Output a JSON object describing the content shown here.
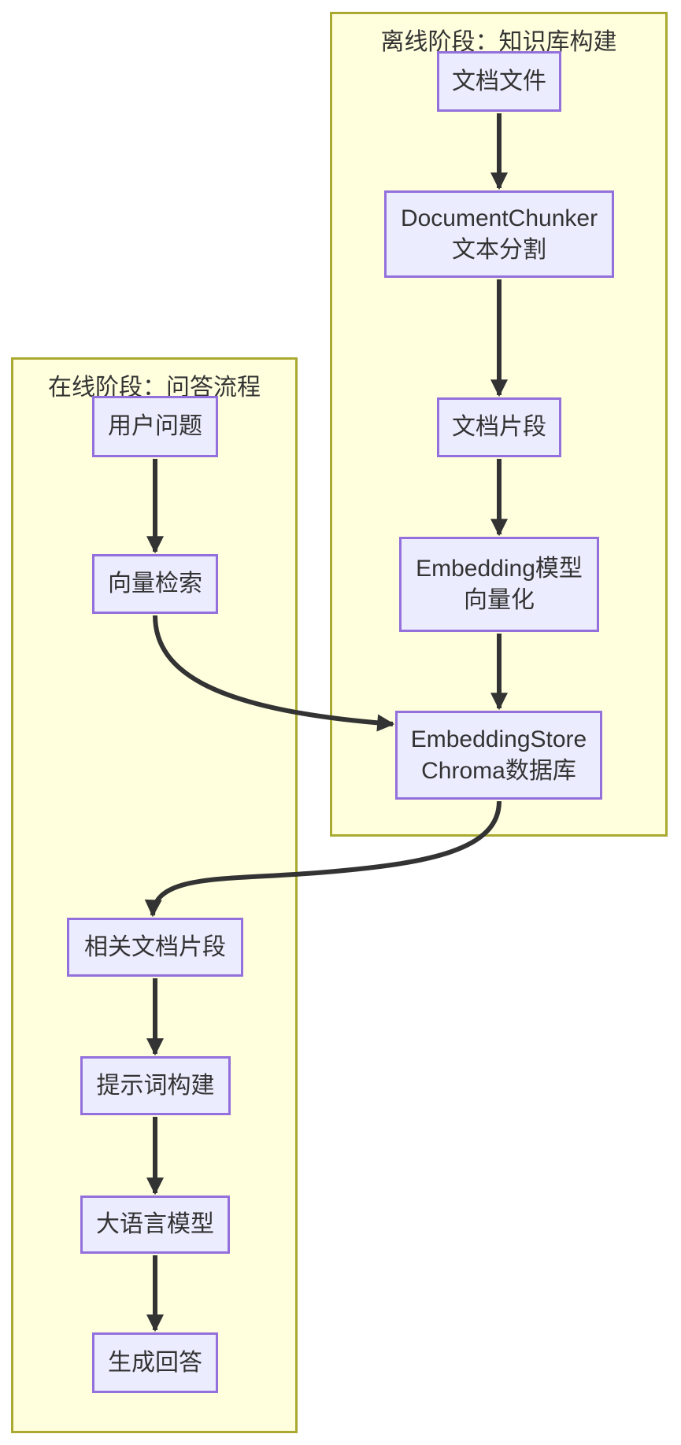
{
  "diagram": {
    "type": "flowchart",
    "direction": "top-down",
    "subgraphs": [
      {
        "id": "offline",
        "title": "离线阶段：知识库构建"
      },
      {
        "id": "online",
        "title": "在线阶段：问答流程"
      }
    ],
    "nodes": [
      {
        "id": "doc",
        "subgraph": "offline",
        "lines": [
          "文档文件"
        ]
      },
      {
        "id": "chunker",
        "subgraph": "offline",
        "lines": [
          "DocumentChunker",
          "文本分割"
        ]
      },
      {
        "id": "fragment",
        "subgraph": "offline",
        "lines": [
          "文档片段"
        ]
      },
      {
        "id": "embed",
        "subgraph": "offline",
        "lines": [
          "Embedding模型",
          "向量化"
        ]
      },
      {
        "id": "store",
        "subgraph": "offline",
        "lines": [
          "EmbeddingStore",
          "Chroma数据库"
        ]
      },
      {
        "id": "question",
        "subgraph": "online",
        "lines": [
          "用户问题"
        ]
      },
      {
        "id": "search",
        "subgraph": "online",
        "lines": [
          "向量检索"
        ]
      },
      {
        "id": "related",
        "subgraph": "online",
        "lines": [
          "相关文档片段"
        ]
      },
      {
        "id": "prompt",
        "subgraph": "online",
        "lines": [
          "提示词构建"
        ]
      },
      {
        "id": "llm",
        "subgraph": "online",
        "lines": [
          "大语言模型"
        ]
      },
      {
        "id": "answer",
        "subgraph": "online",
        "lines": [
          "生成回答"
        ]
      }
    ],
    "edges": [
      {
        "from": "doc",
        "to": "chunker"
      },
      {
        "from": "chunker",
        "to": "fragment"
      },
      {
        "from": "fragment",
        "to": "embed"
      },
      {
        "from": "embed",
        "to": "store"
      },
      {
        "from": "question",
        "to": "search"
      },
      {
        "from": "search",
        "to": "store"
      },
      {
        "from": "store",
        "to": "related"
      },
      {
        "from": "related",
        "to": "prompt"
      },
      {
        "from": "prompt",
        "to": "llm"
      },
      {
        "from": "llm",
        "to": "answer"
      }
    ],
    "colors": {
      "node_fill": "#ECECFF",
      "node_border": "#9370DB",
      "cluster_fill": "#FFFFDE",
      "cluster_border": "#AAAA33",
      "edge_line": "#333333",
      "text": "#333333",
      "background": "#FFFFFF"
    }
  }
}
